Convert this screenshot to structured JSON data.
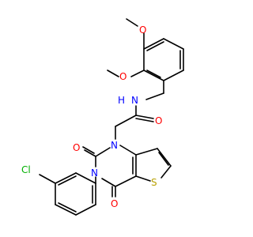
{
  "molecule": {
    "atom_labels": {
      "o_methoxy_top": "O",
      "o_methoxy_left": "O",
      "n_amide": "N",
      "h_amide": "H",
      "o_amide": "O",
      "n1_ring": "N",
      "n3_ring": "N",
      "o_c2": "O",
      "o_c4": "O",
      "s_thiophene": "S",
      "cl": "Cl"
    },
    "colors": {
      "bond": "#000000",
      "oxygen": "#ff0000",
      "nitrogen": "#0000ff",
      "sulfur": "#b8a000",
      "chlorine": "#00b000",
      "background": "#ffffff"
    }
  }
}
